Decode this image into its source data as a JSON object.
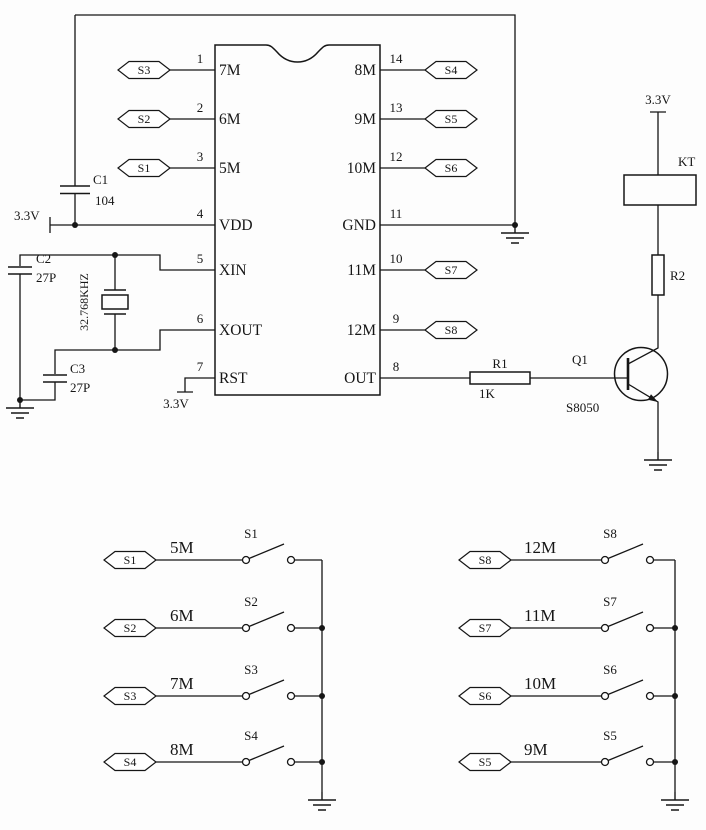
{
  "power": {
    "left": "3.3V",
    "rst": "3.3V",
    "relay": "3.3V"
  },
  "ic": {
    "left_pins": [
      {
        "num": "1",
        "name": "7M",
        "flag": "S3"
      },
      {
        "num": "2",
        "name": "6M",
        "flag": "S2"
      },
      {
        "num": "3",
        "name": "5M",
        "flag": "S1"
      },
      {
        "num": "4",
        "name": "VDD"
      },
      {
        "num": "5",
        "name": "XIN"
      },
      {
        "num": "6",
        "name": "XOUT"
      },
      {
        "num": "7",
        "name": "RST"
      }
    ],
    "right_pins": [
      {
        "num": "14",
        "name": "8M",
        "flag": "S4"
      },
      {
        "num": "13",
        "name": "9M",
        "flag": "S5"
      },
      {
        "num": "12",
        "name": "10M",
        "flag": "S6"
      },
      {
        "num": "11",
        "name": "GND"
      },
      {
        "num": "10",
        "name": "11M",
        "flag": "S7"
      },
      {
        "num": "9",
        "name": "12M",
        "flag": "S8"
      },
      {
        "num": "8",
        "name": "OUT"
      }
    ]
  },
  "components": {
    "c1": {
      "ref": "C1",
      "value": "104"
    },
    "c2": {
      "ref": "C2",
      "value": "27P"
    },
    "c3": {
      "ref": "C3",
      "value": "27P"
    },
    "crystal": {
      "value": "32.768KHZ"
    },
    "r1": {
      "ref": "R1",
      "value": "1K"
    },
    "r2": {
      "ref": "R2"
    },
    "q1": {
      "ref": "Q1",
      "value": "S8050"
    },
    "relay": {
      "ref": "KT"
    }
  },
  "switch_groups": {
    "left": [
      {
        "flag": "S1",
        "net": "5M",
        "name": "S1"
      },
      {
        "flag": "S2",
        "net": "6M",
        "name": "S2"
      },
      {
        "flag": "S3",
        "net": "7M",
        "name": "S3"
      },
      {
        "flag": "S4",
        "net": "8M",
        "name": "S4"
      }
    ],
    "right": [
      {
        "flag": "S8",
        "net": "12M",
        "name": "S8"
      },
      {
        "flag": "S7",
        "net": "11M",
        "name": "S7"
      },
      {
        "flag": "S6",
        "net": "10M",
        "name": "S6"
      },
      {
        "flag": "S5",
        "net": "9M",
        "name": "S5"
      }
    ]
  }
}
